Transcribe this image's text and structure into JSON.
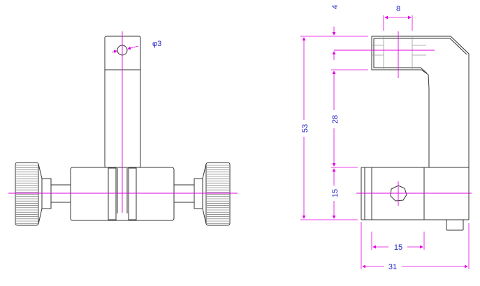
{
  "front_view": {
    "hole_dimension": "φ3"
  },
  "side_view": {
    "dim_top_offset": "4",
    "dim_hole_spacing": "8",
    "dim_total_height": "53",
    "dim_arm_height": "28",
    "dim_block_height": "15",
    "dim_bottom_spacing": "15",
    "dim_total_width": "31"
  },
  "colors": {
    "outline": "#333333",
    "dimension": "#e000e0",
    "text": "#2323c8"
  }
}
